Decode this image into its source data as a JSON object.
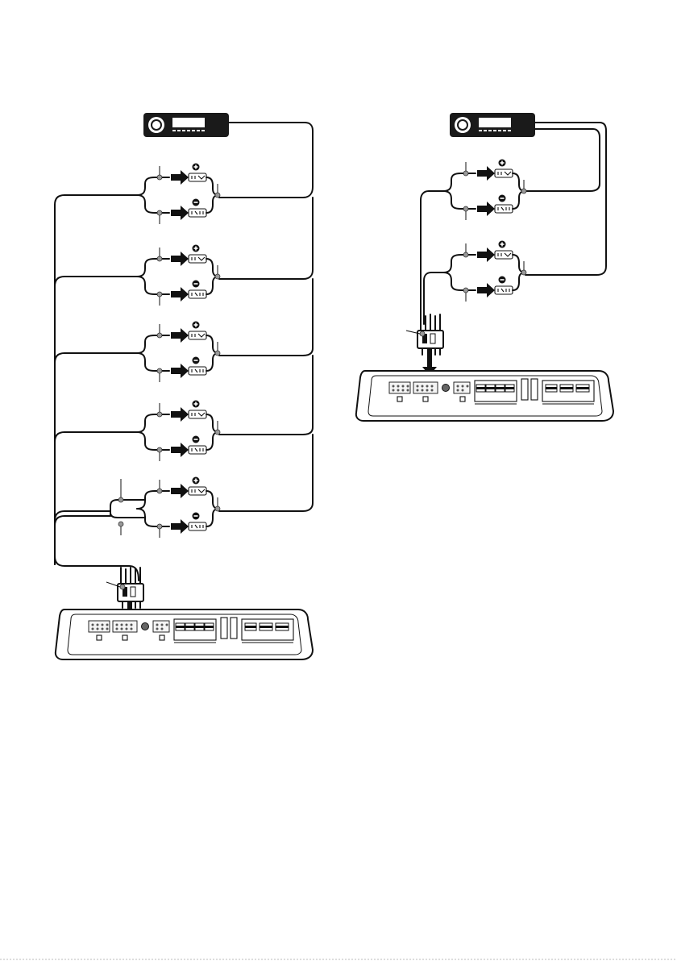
{
  "diagram": {
    "left_panel": {
      "speaker_groups": 5,
      "polarity_marks": [
        "plus",
        "minus"
      ],
      "connector_to_amplifier": true
    },
    "right_panel": {
      "speaker_groups": 2,
      "polarity_marks": [
        "plus",
        "minus"
      ],
      "connector_to_amplifier": true
    },
    "icons": [
      "head-unit-icon",
      "speaker-terminal-icon",
      "plus-sign-icon",
      "minus-sign-icon",
      "amplifier-icon",
      "wiring-harness-icon",
      "arrow-icon"
    ]
  }
}
